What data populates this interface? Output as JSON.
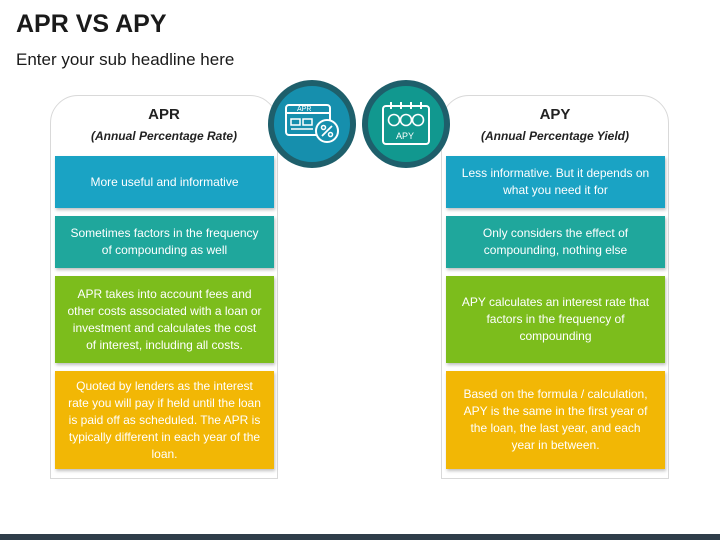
{
  "slide": {
    "title": "APR VS APY",
    "subtitle": "Enter your sub headline here"
  },
  "apr": {
    "name": "APR",
    "full_name": "(Annual Percentage Rate)",
    "icon_label": "APR",
    "points": [
      "More useful and informative",
      "Sometimes factors in the frequency of compounding as well",
      "APR takes into account fees and other costs associated with a loan or investment and calculates the cost of interest, including all costs.",
      "Quoted by lenders as the interest rate you will pay if held until the loan is paid off as scheduled. The APR is typically different in each year of the loan."
    ]
  },
  "apy": {
    "name": "APY",
    "full_name": "(Annual Percentage Yield)",
    "icon_label": "APY",
    "points": [
      "Less informative. But it depends on what you need it for",
      "Only considers the effect of compounding, nothing else",
      "APY calculates an interest rate that factors in the frequency of compounding",
      "Based on the formula / calculation, APY is the same in the first year of the loan, the last year, and each year in between."
    ]
  },
  "colors": {
    "blue": "#1aa3c4",
    "teal": "#1fa79c",
    "green": "#7cbd1c",
    "yellow": "#f2b705",
    "circle_ring": "#1e5f6b"
  },
  "icons": {
    "apr": "credit-card-percent-icon",
    "apy": "coins-calendar-icon"
  }
}
